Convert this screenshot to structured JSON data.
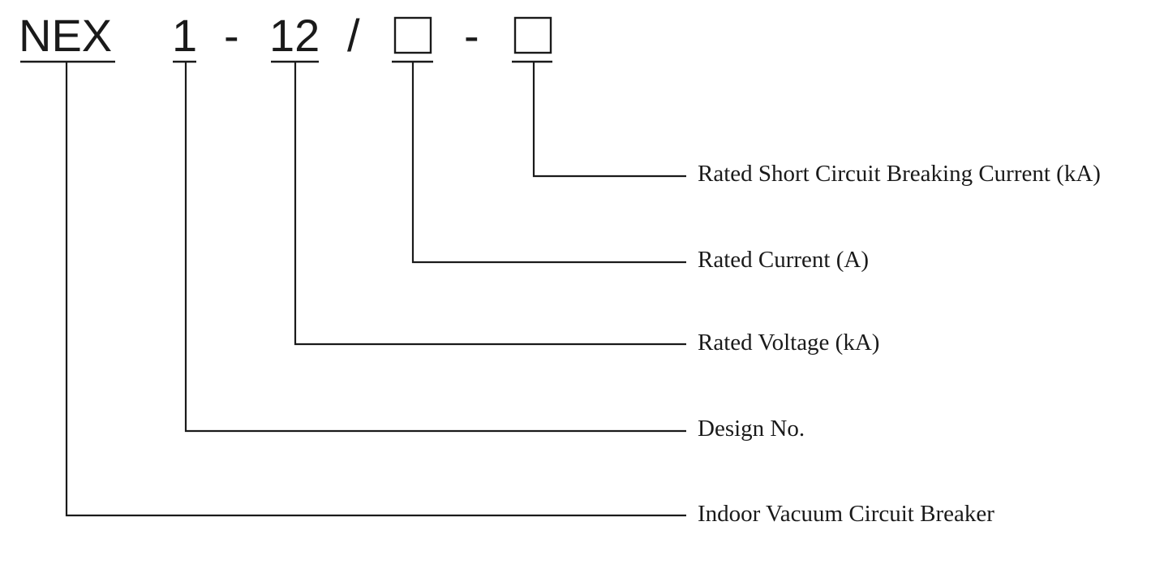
{
  "model_code": {
    "series": "NEX",
    "design_no": "1",
    "sep1": "-",
    "voltage": "12",
    "sep2": "/",
    "sep3": "-"
  },
  "labels": {
    "breaking_current": "Rated Short Circuit Breaking Current (kA)",
    "rated_current": "Rated Current (A)",
    "rated_voltage": "Rated Voltage (kA)",
    "design_no": "Design No.",
    "product_type": "Indoor Vacuum Circuit Breaker"
  }
}
